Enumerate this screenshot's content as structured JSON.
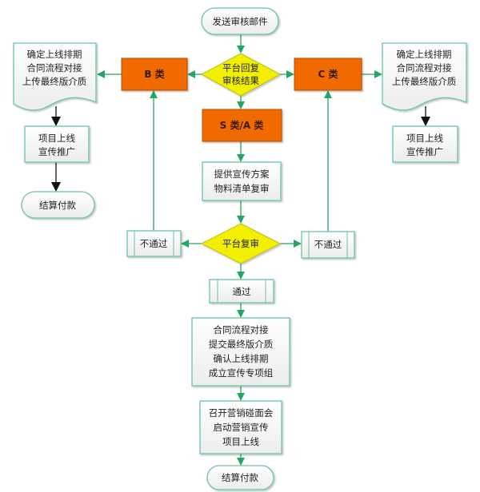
{
  "colors": {
    "connector": "#23a566",
    "arrow_black": "#111111",
    "node_border": "#6cc59a",
    "node_fill": "#f3f3f3",
    "decision_fill": "#f2ef00",
    "decision_border": "#b9c21a",
    "category_fill": "#f06a00",
    "category_border": "#b35000"
  },
  "nodes": {
    "start": {
      "lines": [
        "发送审核邮件"
      ]
    },
    "decision_review_result": {
      "lines": [
        "平台回复",
        "审核结果"
      ]
    },
    "category_b": {
      "lines": [
        "B 类"
      ]
    },
    "category_c": {
      "lines": [
        "C 类"
      ]
    },
    "category_sa": {
      "lines": [
        "S 类/A 类"
      ]
    },
    "left_doc": {
      "lines": [
        "确定上线排期",
        "合同流程对接",
        "上传最终版介质"
      ]
    },
    "right_doc": {
      "lines": [
        "确定上线排期",
        "合同流程对接",
        "上传最终版介质"
      ]
    },
    "left_launch": {
      "lines": [
        "项目上线",
        "宣传推广"
      ]
    },
    "right_launch": {
      "lines": [
        "项目上线",
        "宣传推广"
      ]
    },
    "left_end": {
      "lines": [
        "结算付款"
      ]
    },
    "provide_plan": {
      "lines": [
        "提供宣传方案",
        "物料清单复审"
      ]
    },
    "decision_platform_review": {
      "lines": [
        "平台复审"
      ]
    },
    "left_fail": {
      "lines": [
        "不通过"
      ]
    },
    "right_fail": {
      "lines": [
        "不通过"
      ]
    },
    "pass": {
      "lines": [
        "通过"
      ]
    },
    "contract_flow": {
      "lines": [
        "合同流程对接",
        "提交最终版介质",
        "确认上线排期",
        "成立宣传专项组"
      ]
    },
    "marketing_meeting": {
      "lines": [
        "召开营销碰面会",
        "启动营销宣传",
        "项目上线"
      ]
    },
    "bottom_end": {
      "lines": [
        "结算付款"
      ]
    }
  }
}
